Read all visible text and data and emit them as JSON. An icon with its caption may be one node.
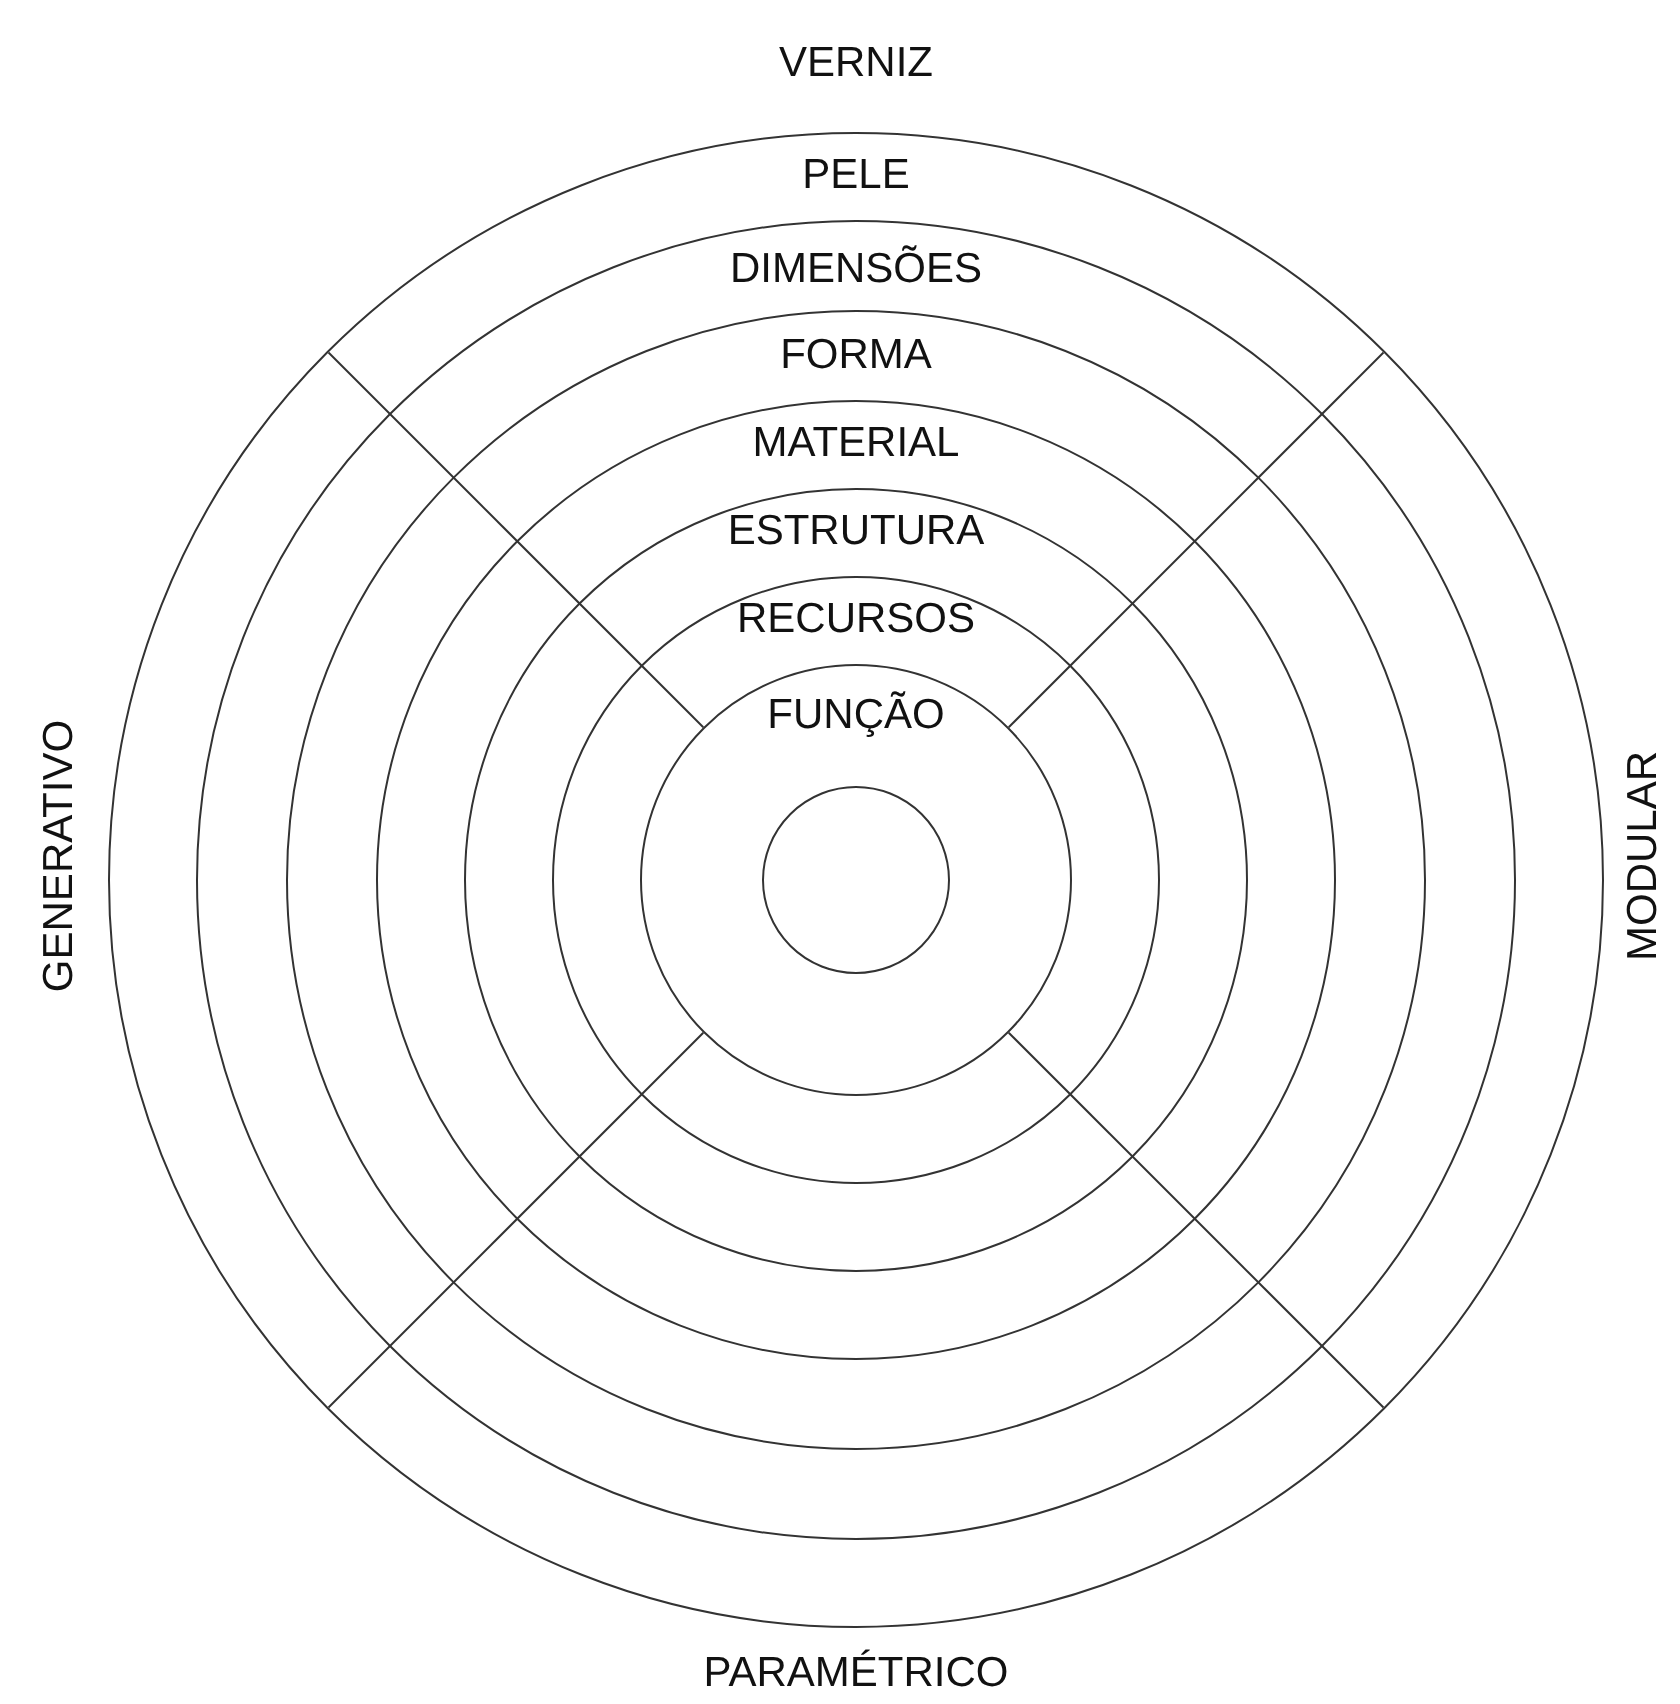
{
  "diagram": {
    "nodes": [
      {
        "text": [
          "PELE"
        ]
      },
      {
        "text": [
          "DIMENSÕES"
        ],
        "in": 0
      },
      {
        "text": [
          "FORMA"
        ],
        "in": 1
      },
      {
        "text": [
          "MATERIAL"
        ],
        "in": 2
      },
      {
        "text": [
          "ESTRUTURA"
        ],
        "in": 3
      },
      {
        "text": [
          "RECURSOS"
        ],
        "in": 4
      },
      {
        "text": [
          "FUNÇÃO"
        ],
        "in": 5
      },
      {
        "text": [],
        "shape": "circle",
        "in": 6
      }
    ],
    "edges": [],
    "labels": [
      "VERNIZ",
      "GENERATIVO",
      "MODULAR",
      "PARAMÉTRICO"
    ]
  }
}
